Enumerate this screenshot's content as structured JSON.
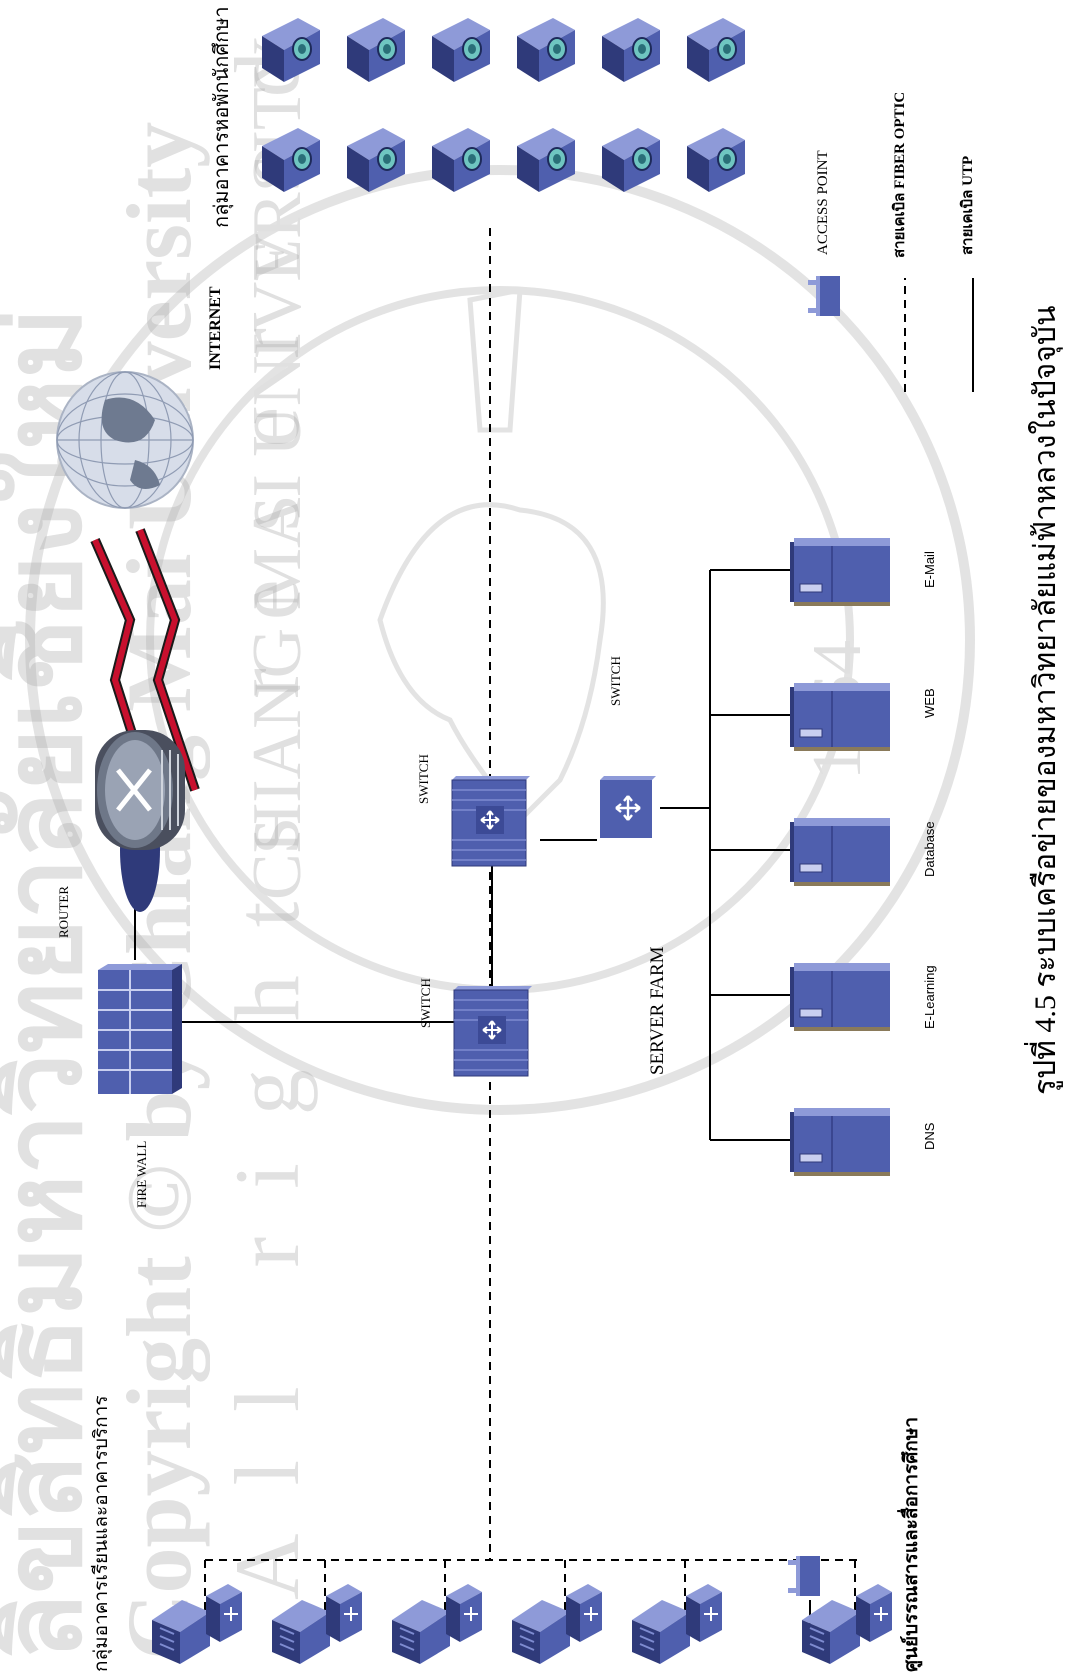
{
  "caption": "รูปที่  4.5  ระบบเครือข่ายของมหาวิทยาลัยแม่ฟ้าหลวงในปัจจุบัน",
  "labels": {
    "dorm_group": "กลุ่มอาคารหอพักนักศึกษา",
    "internet": "INTERNET",
    "router": "ROUTER",
    "firewall": "FIRE WALL",
    "switch_main": "SWITCH",
    "switch_upper": "SWITCH",
    "switch_server": "SWITCH",
    "server_farm": "SERVER FARM",
    "server_dns": "DNS",
    "server_elearning": "E-Learning",
    "server_database": "Database",
    "server_web": "WEB",
    "server_email": "E-Mail",
    "academic_group": "กลุ่มอาคารเรียนและอาคารบริการ",
    "library": "ศูนย์บรรณสารและสื่อการศึกษา",
    "legend_access_point": "ACCESS POINT",
    "legend_fiber": "สายเคเบิล FIBER OPTIC",
    "legend_utp": "สายเคเบิล UTP"
  },
  "watermark": {
    "line1": "ลิขสิทธิ์มหาวิทยาลัยเชียงใหม่",
    "line2": "Copyright © by Chiang Mai University",
    "line3": "All rights reserved",
    "seal_text_1": "CHIANG MAI UNIVERSITY",
    "seal_text_2": "1964"
  },
  "colors": {
    "device_blue": "#4f5fae",
    "device_dark": "#2f3a7a",
    "device_light": "#8e9ad8",
    "cable_red": "#c8102e",
    "line": "#000000",
    "watermark": "#bfbfbf"
  }
}
